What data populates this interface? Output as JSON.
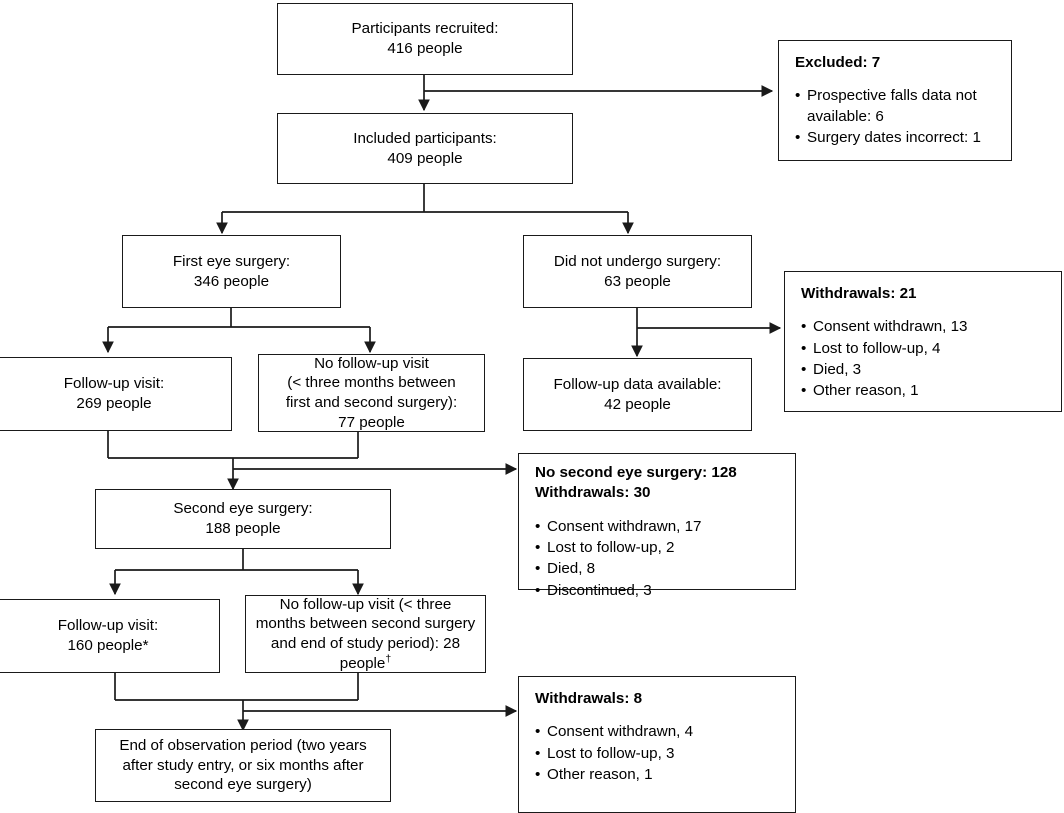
{
  "diagram": {
    "title": "Participant flow diagram",
    "line_color": "#1a1a1a",
    "background": "#ffffff"
  },
  "nodes": {
    "recruited": {
      "line1": "Participants recruited:",
      "line2": "416 people"
    },
    "included": {
      "line1": "Included participants:",
      "line2": "409 people"
    },
    "first_eye_surgery": {
      "line1": "First eye surgery:",
      "line2": "346 people"
    },
    "no_surgery": {
      "line1": "Did not undergo surgery:",
      "line2": "63 people"
    },
    "followup_visit_1": {
      "line1": "Follow-up visit:",
      "line2": "269 people"
    },
    "no_followup_1": {
      "line1": "No follow-up visit",
      "line2": "(< three months between",
      "line3": "first and second surgery):",
      "line4": "77 people"
    },
    "followup_data": {
      "line1": "Follow-up data available:",
      "line2": "42 people"
    },
    "second_eye_surgery": {
      "line1": "Second eye surgery:",
      "line2": "188 people"
    },
    "followup_visit_2": {
      "line1": "Follow-up visit:",
      "line2": "160 people*"
    },
    "no_followup_2": {
      "text": "No follow-up visit (< three months between second surgery and end of study period): 28 people",
      "marker": "†"
    },
    "end_observation": {
      "text": "End of observation period (two years after study entry, or six months after second eye surgery)"
    }
  },
  "sideboxes": {
    "excluded": {
      "heading": "Excluded: 7",
      "items": [
        "Prospective falls data not available: 6",
        "Surgery dates incorrect: 1"
      ]
    },
    "withdrawals_1": {
      "heading": "Withdrawals: 21",
      "items": [
        "Consent withdrawn, 13",
        "Lost to follow-up, 4",
        "Died, 3",
        "Other reason, 1"
      ]
    },
    "no_second_surgery": {
      "heading": "No second eye surgery: 128",
      "heading2": "Withdrawals: 30",
      "items": [
        "Consent withdrawn, 17",
        "Lost to follow-up, 2",
        "Died, 8",
        "Discontinued, 3"
      ]
    },
    "withdrawals_3": {
      "heading": "Withdrawals: 8",
      "items": [
        "Consent withdrawn, 4",
        "Lost to follow-up, 3",
        "Other reason, 1"
      ]
    }
  }
}
